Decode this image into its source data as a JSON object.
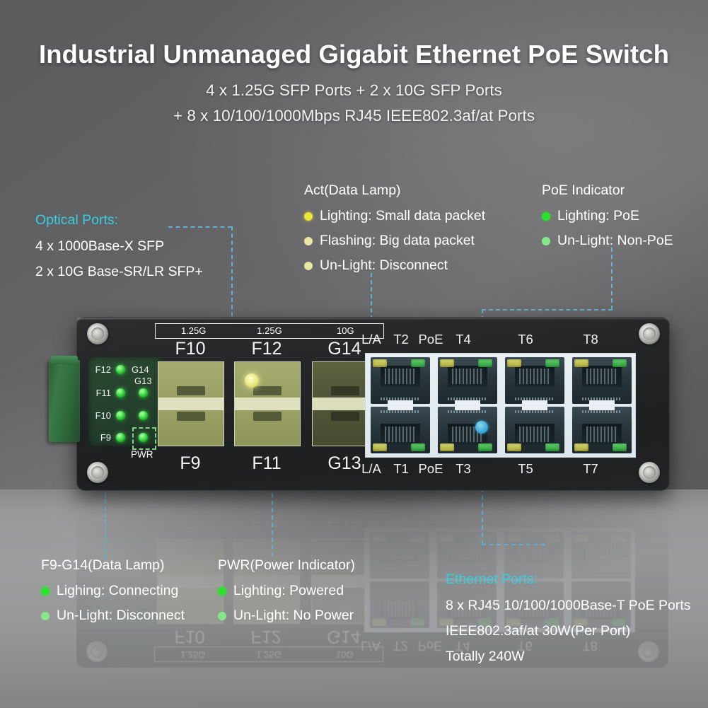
{
  "header": {
    "title": "Industrial Unmanaged Gigabit Ethernet PoE Switch",
    "subtitle1": "4 x 1.25G SFP Ports + 2 x 10G SFP Ports",
    "subtitle2": "+ 8 x 10/100/1000Mbps RJ45 IEEE802.3af/at Ports"
  },
  "colors": {
    "accent_cyan": "#37cfe0",
    "led_green": "#2ee02e",
    "led_green_dim": "#84e88a",
    "led_yellow": "#ece33a",
    "led_yellow_dim": "#e7e6a4",
    "dashed_line": "#5fb4d6",
    "background": "#5b5b5d"
  },
  "annotations": {
    "optical_ports": {
      "heading": "Optical Ports:",
      "lines": [
        "4 x 1000Base-X SFP",
        "2 x 10G Base-SR/LR SFP+"
      ]
    },
    "act_lamp": {
      "heading": "Act(Data Lamp)",
      "items": [
        {
          "text": "Lighting: Small data packet",
          "dot": "yellow"
        },
        {
          "text": "Flashing: Big data packet",
          "dot": "yellow-dim"
        },
        {
          "text": "Un-Light: Disconnect",
          "dot": "yellow-dim"
        }
      ]
    },
    "poe_indicator": {
      "heading": "PoE Indicator",
      "items": [
        {
          "text": "Lighting: PoE",
          "dot": "green"
        },
        {
          "text": "Un-Light: Non-PoE",
          "dot": "green-dim"
        }
      ]
    },
    "data_lamp": {
      "heading": "F9-G14(Data Lamp)",
      "items": [
        {
          "text": "Lighing: Connecting",
          "dot": "green"
        },
        {
          "text": "Un-Light: Disconnect",
          "dot": "green-dim"
        }
      ]
    },
    "pwr_indicator": {
      "heading": "PWR(Power Indicator)",
      "items": [
        {
          "text": "Lighting: Powered",
          "dot": "green"
        },
        {
          "text": "Un-Light: No Power",
          "dot": "green-dim"
        }
      ]
    },
    "ethernet_ports": {
      "heading": "Ethernet Ports:",
      "lines": [
        "8 x RJ45 10/100/1000Base-T PoE Ports",
        "IEEE802.3af/at  30W(Per Port)",
        "Totally 240W"
      ]
    }
  },
  "device": {
    "speed_bar": [
      "1.25G",
      "1.25G",
      "10G"
    ],
    "sfp_top_labels": [
      "F10",
      "F12",
      "G14"
    ],
    "sfp_bottom_labels": [
      "F9",
      "F11",
      "G13"
    ],
    "led_panel": {
      "rows": [
        {
          "left": "F12",
          "right_top": "G14",
          "right_bottom": "G13"
        },
        {
          "left": "F11",
          "right_top": "",
          "right_bottom": ""
        },
        {
          "left": "F10",
          "right_top": "",
          "right_bottom": ""
        },
        {
          "left": "F9",
          "right_top": "",
          "right_bottom": ""
        }
      ],
      "pwr_label": "PWR"
    },
    "rj45_top_labels": [
      "L/A",
      "T2",
      "PoE",
      "T4",
      "T6",
      "T8"
    ],
    "rj45_bottom_labels": [
      "L/A",
      "T1",
      "PoE",
      "T3",
      "T5",
      "T7"
    ]
  }
}
